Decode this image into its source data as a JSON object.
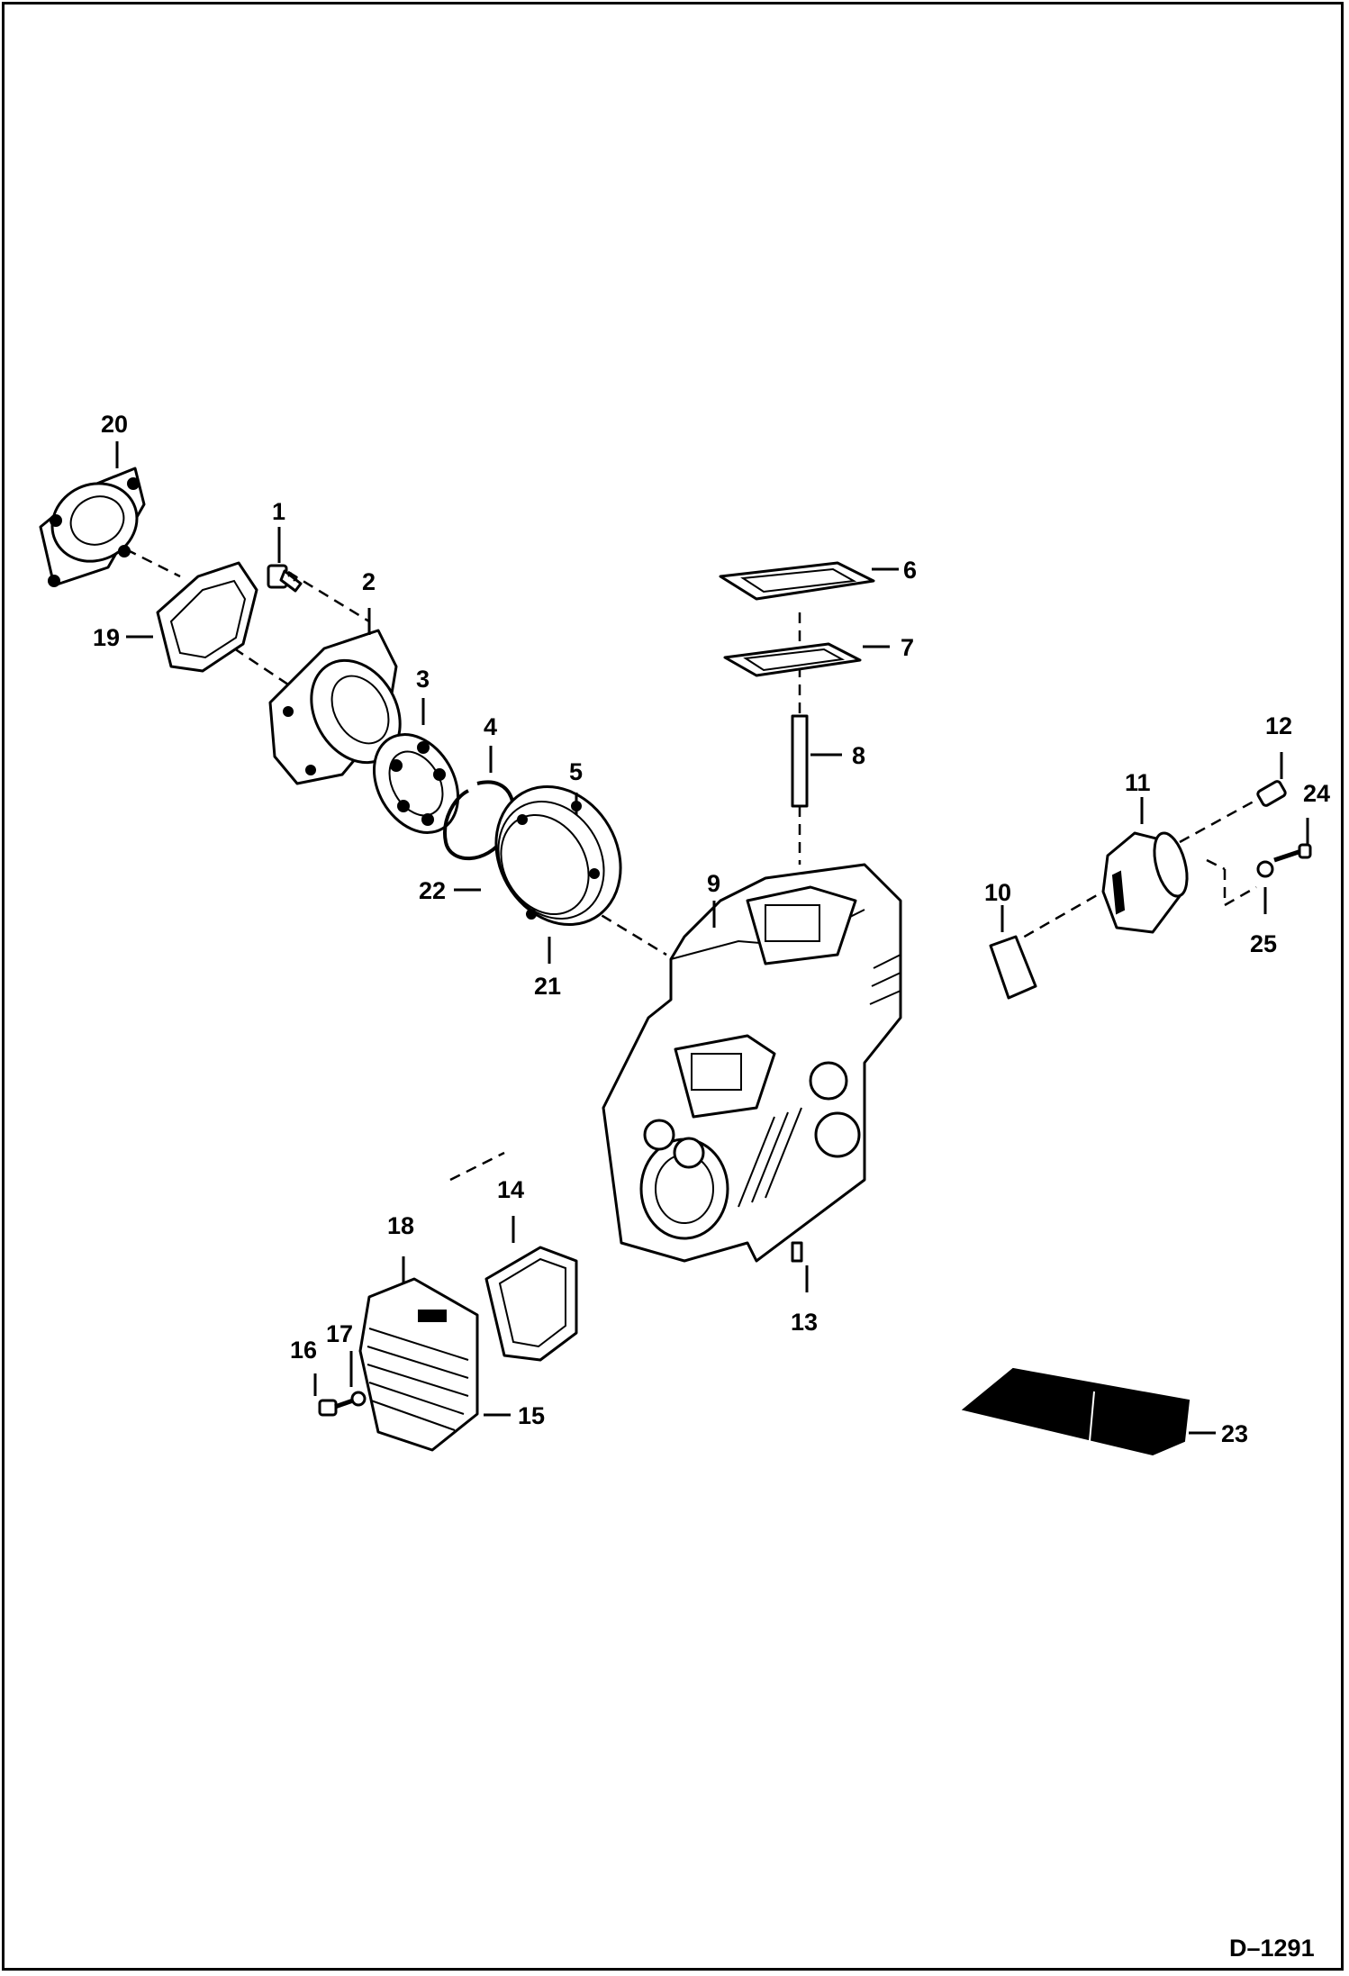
{
  "diagram": {
    "callouts": {
      "c1": "1",
      "c2": "2",
      "c3": "3",
      "c4": "4",
      "c5": "5",
      "c6": "6",
      "c7": "7",
      "c8": "8",
      "c9": "9",
      "c10": "10",
      "c11": "11",
      "c12": "12",
      "c13": "13",
      "c14": "14",
      "c15": "15",
      "c16": "16",
      "c17": "17",
      "c18": "18",
      "c19": "19",
      "c20": "20",
      "c21": "21",
      "c22": "22",
      "c23": "23",
      "c24": "24",
      "c25": "25"
    },
    "drawing_id": "D–1291"
  }
}
